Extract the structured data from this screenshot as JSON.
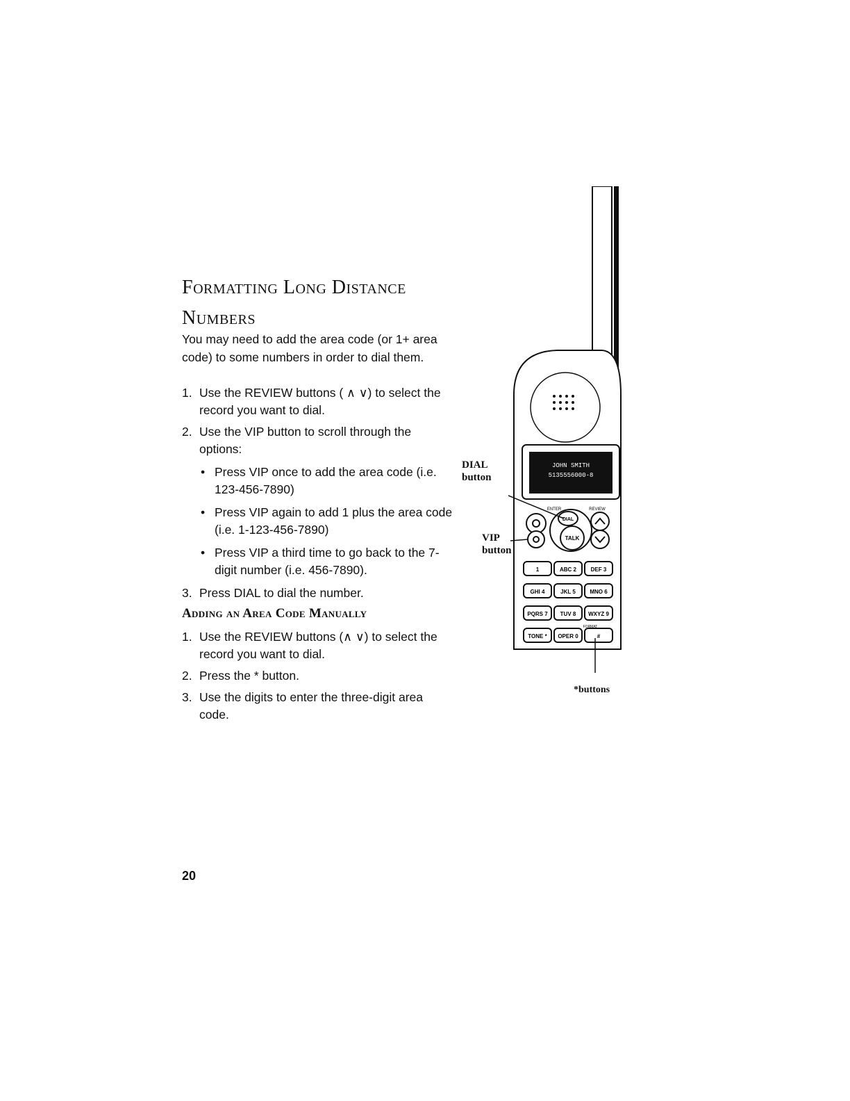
{
  "heading": "Formatting Long Distance Numbers",
  "intro": "You may need to add the area code (or 1+ area code) to some numbers in order to dial them.",
  "steps_a": [
    {
      "num": "1.",
      "text": "Use the REVIEW buttons ( ∧ ∨) to select the record you want to dial."
    },
    {
      "num": "2.",
      "text": "Use the VIP button to scroll through the options:",
      "bullets": [
        "Press VIP once to add the area code (i.e. 123-456-7890)",
        "Press VIP again to add 1 plus the area code (i.e. 1-123-456-7890)",
        "Press VIP a third time to go back to the 7-digit number (i.e. 456-7890)."
      ]
    },
    {
      "num": "3.",
      "text": "Press DIAL to dial the number."
    }
  ],
  "subheading": "Adding an Area Code Manually",
  "steps_b": [
    {
      "num": "1.",
      "text": "Use the REVIEW buttons (∧ ∨) to select the record you want to dial."
    },
    {
      "num": "2.",
      "text": "Press the * button."
    },
    {
      "num": "3.",
      "text": "Use the digits to enter the three-digit area code."
    }
  ],
  "page_number": "20",
  "figure": {
    "callout_dial_1": "DIAL",
    "callout_dial_2": "button",
    "callout_vip_1": "VIP",
    "callout_vip_2": "button",
    "callout_star": "*buttons",
    "display_line_1": "JOHN SMITH",
    "display_line_2": "5135556000-8",
    "key_enter": "ENTER",
    "key_review": "REVIEW",
    "key_dial": "DIAL",
    "key_talk": "TALK",
    "keypad": [
      "1",
      "ABC 2",
      "DEF 3",
      "GHI 4",
      "JKL 5",
      "MNO 6",
      "PQRS 7",
      "TUV 8",
      "WXYZ 9",
      "TONE *",
      "OPER 0",
      "#"
    ],
    "key_format": "FORMAT"
  }
}
